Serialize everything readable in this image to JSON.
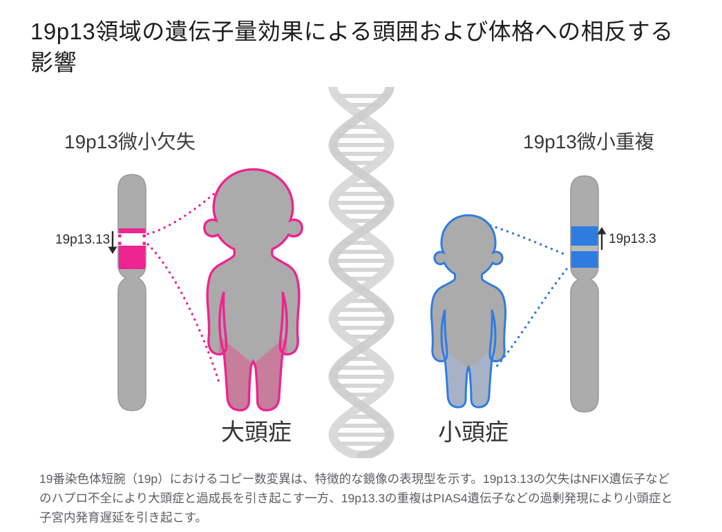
{
  "title": "19p13領域の遺伝子量効果による頭囲および体格への相反する影響",
  "panels": {
    "left": {
      "heading": "19p13微小欠失",
      "band_label": "19p13.13",
      "phenotype_label": "大頭症",
      "variant_type": "deletion"
    },
    "right": {
      "heading": "19p13微小重複",
      "band_label": "19p13.3",
      "phenotype_label": "小頭症",
      "variant_type": "duplication"
    }
  },
  "caption": "19番染色体短腕（19p）におけるコピー数変異は、特徴的な鏡像の表現型を示す。19p13.13の欠失はNFIX遺伝子などのハプロ不全により大頭症と過成長を引き起こす一方、19p13.3の重複はPIAS4遺伝子などの過剰発現により小頭症と子宮内発育遅延を引き起こす。",
  "colors": {
    "accent_left": "#EE2490",
    "leg_left": "#C67E9B",
    "accent_right": "#2F7CE0",
    "leg_right": "#A7B2C6",
    "chromosome": "#ACACAC",
    "chromosome_edge": "#9C9C9C",
    "chromosome_gap_band": "#B9B9B9",
    "body_gray": "#ABABAB",
    "dna_strand": "#D8D8D8",
    "dna_rung": "#C9C9C9",
    "arrow": "#2A2A2A"
  }
}
